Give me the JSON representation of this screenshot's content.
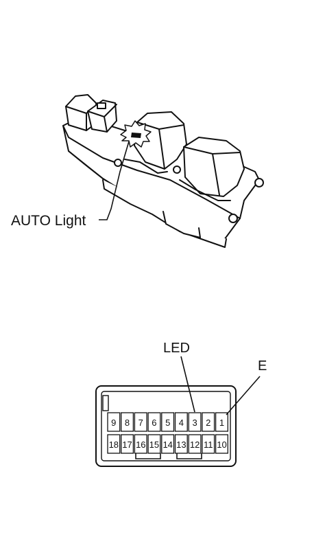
{
  "labels": {
    "auto_light": "AUTO Light",
    "led": "LED",
    "e": "E"
  },
  "connector": {
    "top_row": [
      "9",
      "8",
      "7",
      "6",
      "5",
      "4",
      "3",
      "2",
      "1"
    ],
    "bottom_row": [
      "18",
      "17",
      "16",
      "15",
      "14",
      "13",
      "12",
      "11",
      "10"
    ]
  },
  "colors": {
    "line": "#111111",
    "background": "#ffffff"
  }
}
